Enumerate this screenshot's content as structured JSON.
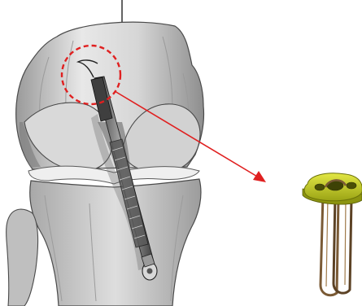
{
  "figure": {
    "colors": {
      "background": "#ffffff",
      "bone_light": "#e6e6e6",
      "bone_mid": "#bdbdbd",
      "bone_shadow": "#8a8a8a",
      "bone_outline": "#4a4a4a",
      "highlight_circle": "#e02020",
      "pointer_arrow": "#e02020",
      "implant_plate": "#c8cf1e",
      "implant_plate_dark": "#8c9410",
      "implant_loop": "#7a5a35",
      "reference_line": "#111111"
    },
    "elements": [
      "knee-joint-illustration",
      "femoral-tunnel-device",
      "highlight-circle",
      "pointer-arrow",
      "suspensory-button-implant"
    ]
  }
}
